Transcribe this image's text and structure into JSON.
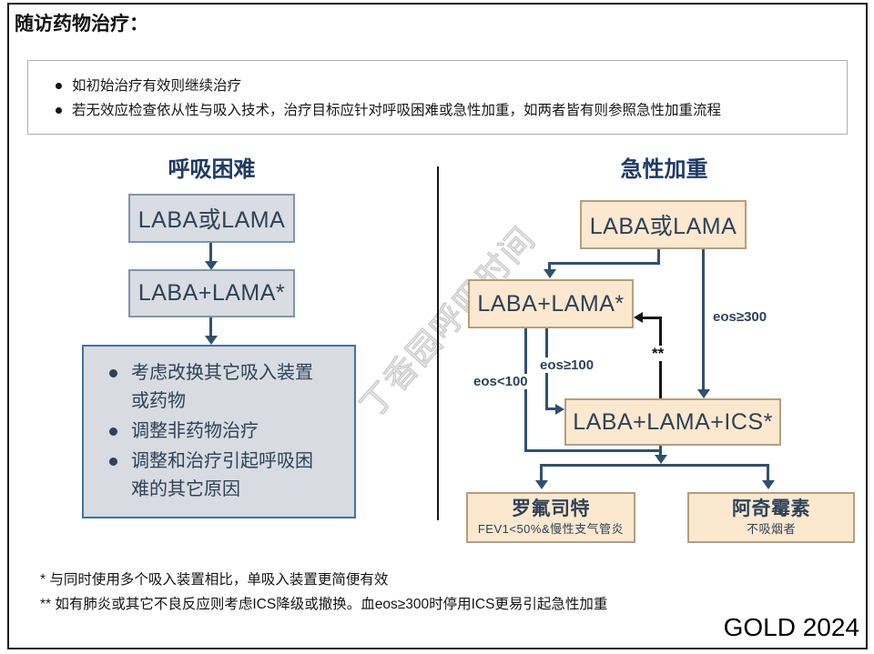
{
  "title": "随访药物治疗：",
  "intro": {
    "bullets": [
      "如初始治疗有效则继续治疗",
      "若无效应检查依从性与吸入技术，治疗目标应针对呼吸困难或急性加重，如两者皆有则参照急性加重流程"
    ]
  },
  "dyspnea": {
    "header": "呼吸困难",
    "step1": "LABA或LAMA",
    "step2": "LABA+LAMA*",
    "actions": [
      "考虑改换其它吸入装置或药物",
      "调整非药物治疗",
      "调整和治疗引起呼吸困难的其它原因"
    ]
  },
  "exacerbation": {
    "header": "急性加重",
    "step1": "LABA或LAMA",
    "step2": "LABA+LAMA*",
    "step3": "LABA+LAMA+ICS*",
    "labels": {
      "eos_ge_300": "eos≥300",
      "eos_ge_100": "eos≥100",
      "eos_lt_100": "eos<100",
      "deescalation": "**"
    },
    "roflumilast": {
      "title": "罗氟司特",
      "criteria": "FEV1<50%&慢性支气管炎"
    },
    "azithromycin": {
      "title": "阿奇霉素",
      "criteria": "不吸烟者"
    }
  },
  "footnotes": [
    "* 与同时使用多个吸入装置相比，单吸入装置更简便有效",
    "** 如有肺炎或其它不良反应则考虑ICS降级或撤换。血eos≥300时停用ICS更易引起急性加重"
  ],
  "source": "GOLD 2024",
  "watermark": "丁香园呼吸时间",
  "colors": {
    "line_navy": "#31506f",
    "text_navy": "#2e4258",
    "header_navy": "#1f3a66",
    "gray_box_fill": "#d9dce2",
    "gray_box_border": "#41719c",
    "tan_box_fill": "#fbe8cf",
    "tan_box_border": "#b59e80",
    "frame_black": "#1c1c1c"
  }
}
